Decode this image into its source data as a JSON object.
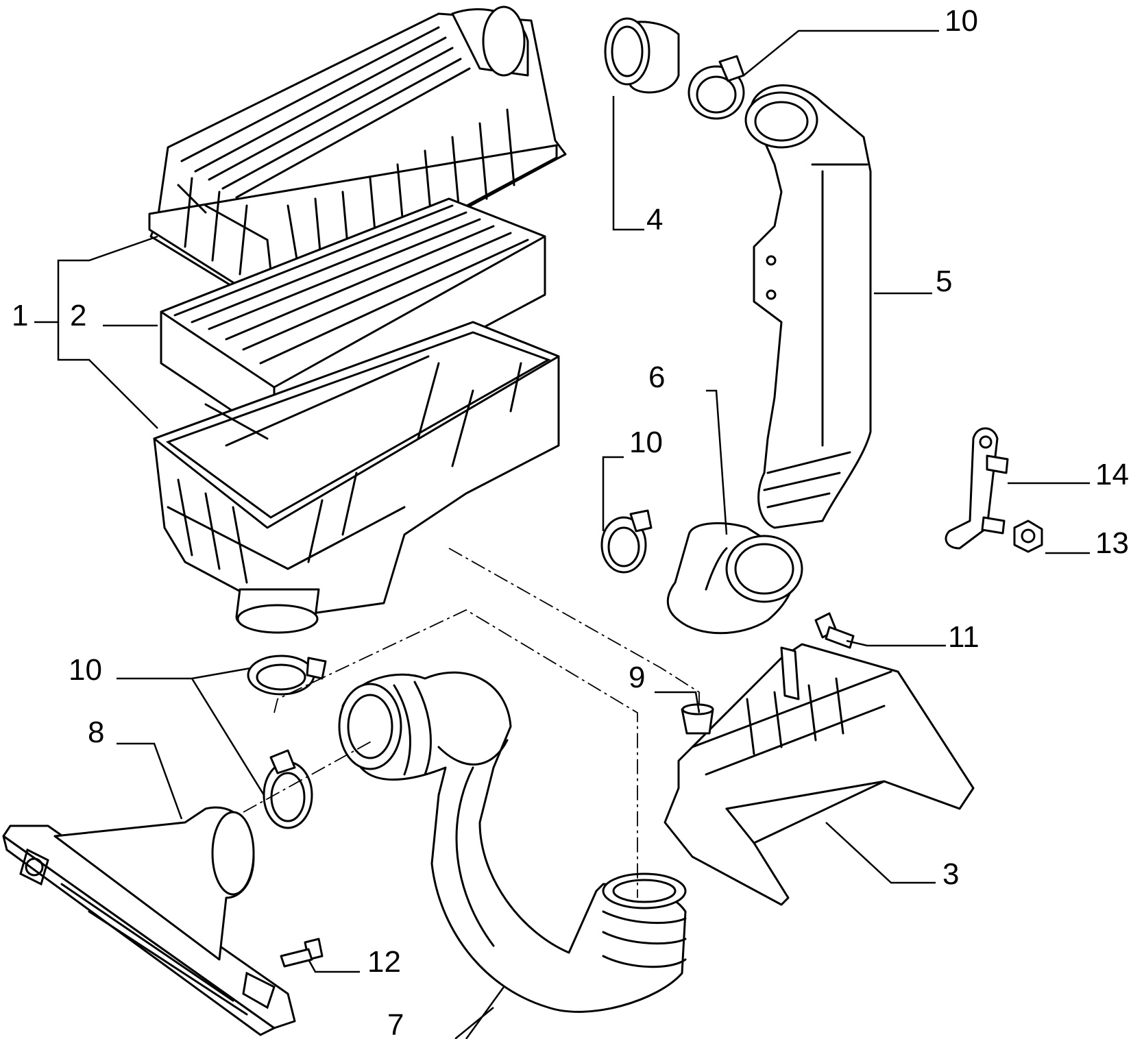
{
  "callouts": {
    "c1": "1",
    "c2": "2",
    "c3": "3",
    "c4": "4",
    "c5": "5",
    "c6": "6",
    "c7": "7",
    "c8": "8",
    "c9": "9",
    "c10_top": "10",
    "c10_mid": "10",
    "c10_left": "10",
    "c11": "11",
    "c12": "12",
    "c13": "13",
    "c14": "14"
  }
}
